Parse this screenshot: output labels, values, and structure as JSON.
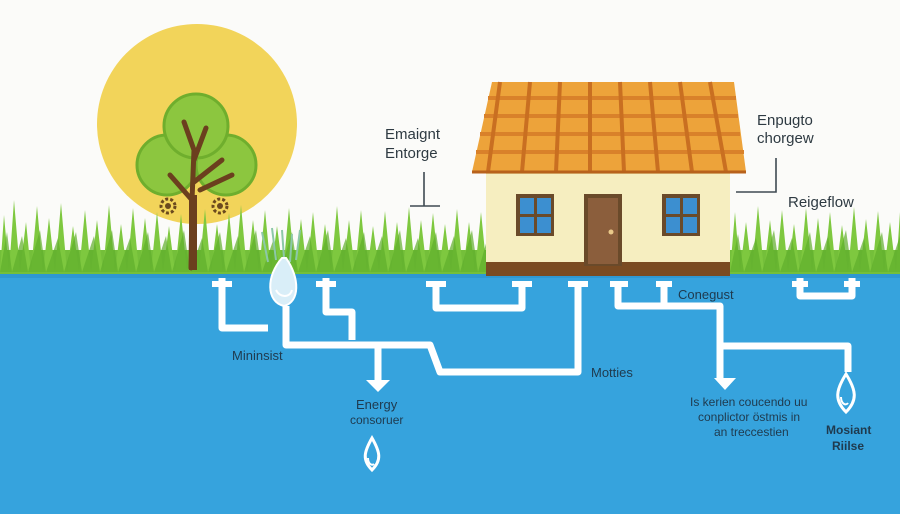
{
  "labels": {
    "emaignt": "Emaignt",
    "entorge": "Entorge",
    "enpugto": "Enpugto",
    "chorgew": "chorgew",
    "reigeflow": "Reigeflow",
    "conegust": "Conegust",
    "mininsist": "Mininsist",
    "motties": "Motties",
    "energy": "Energy",
    "consoruer": "consoruer",
    "note_line1": "Is kerien coucendo uu",
    "note_line2": "conplictor östmis in",
    "note_line3": "an treccestien",
    "mosiant": "Mosiant",
    "riilse": "Riilse"
  },
  "colors": {
    "sun": "#f2d45a",
    "water": "#36a3dd",
    "roof": "#eda33a",
    "grass": "#7ec83f",
    "pipe": "#ffffff"
  }
}
